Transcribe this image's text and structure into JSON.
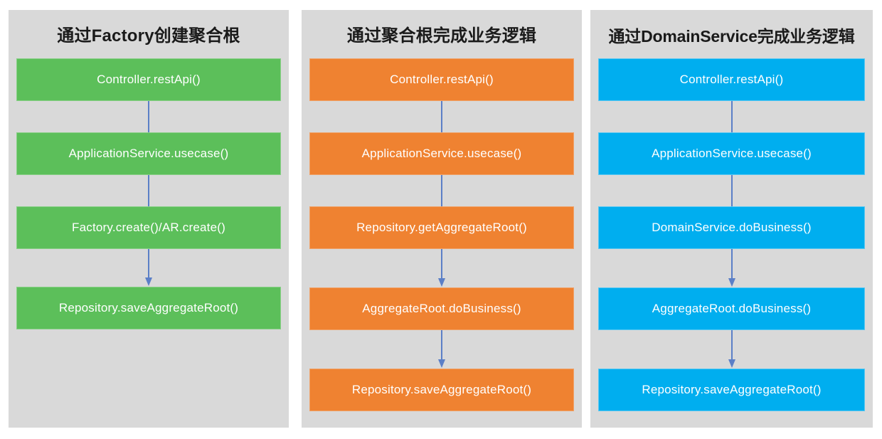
{
  "diagram": {
    "background": "#ffffff",
    "panel_background": "#d9d9d9",
    "arrow_color": "#5b7fc7",
    "panels": [
      {
        "id": "factory-create-aggregate-root",
        "title": "通过Factory创建聚合根",
        "color": "#5cbf5a",
        "color_name": "green",
        "nodes": [
          "Controller.restApi()",
          "ApplicationService.usecase()",
          "Factory.create()/AR.create()",
          "Repository.saveAggregateRoot()"
        ]
      },
      {
        "id": "aggregate-root-business-logic",
        "title": "通过聚合根完成业务逻辑",
        "color": "#ef8231",
        "color_name": "orange",
        "nodes": [
          "Controller.restApi()",
          "ApplicationService.usecase()",
          "Repository.getAggregateRoot()",
          "AggregateRoot.doBusiness()",
          "Repository.saveAggregateRoot()"
        ]
      },
      {
        "id": "domain-service-business-logic",
        "title": "通过DomainService完成业务逻辑",
        "color": "#00aeef",
        "color_name": "blue",
        "nodes": [
          "Controller.restApi()",
          "ApplicationService.usecase()",
          "DomainService.doBusiness()",
          "AggregateRoot.doBusiness()",
          "Repository.saveAggregateRoot()"
        ]
      }
    ]
  }
}
